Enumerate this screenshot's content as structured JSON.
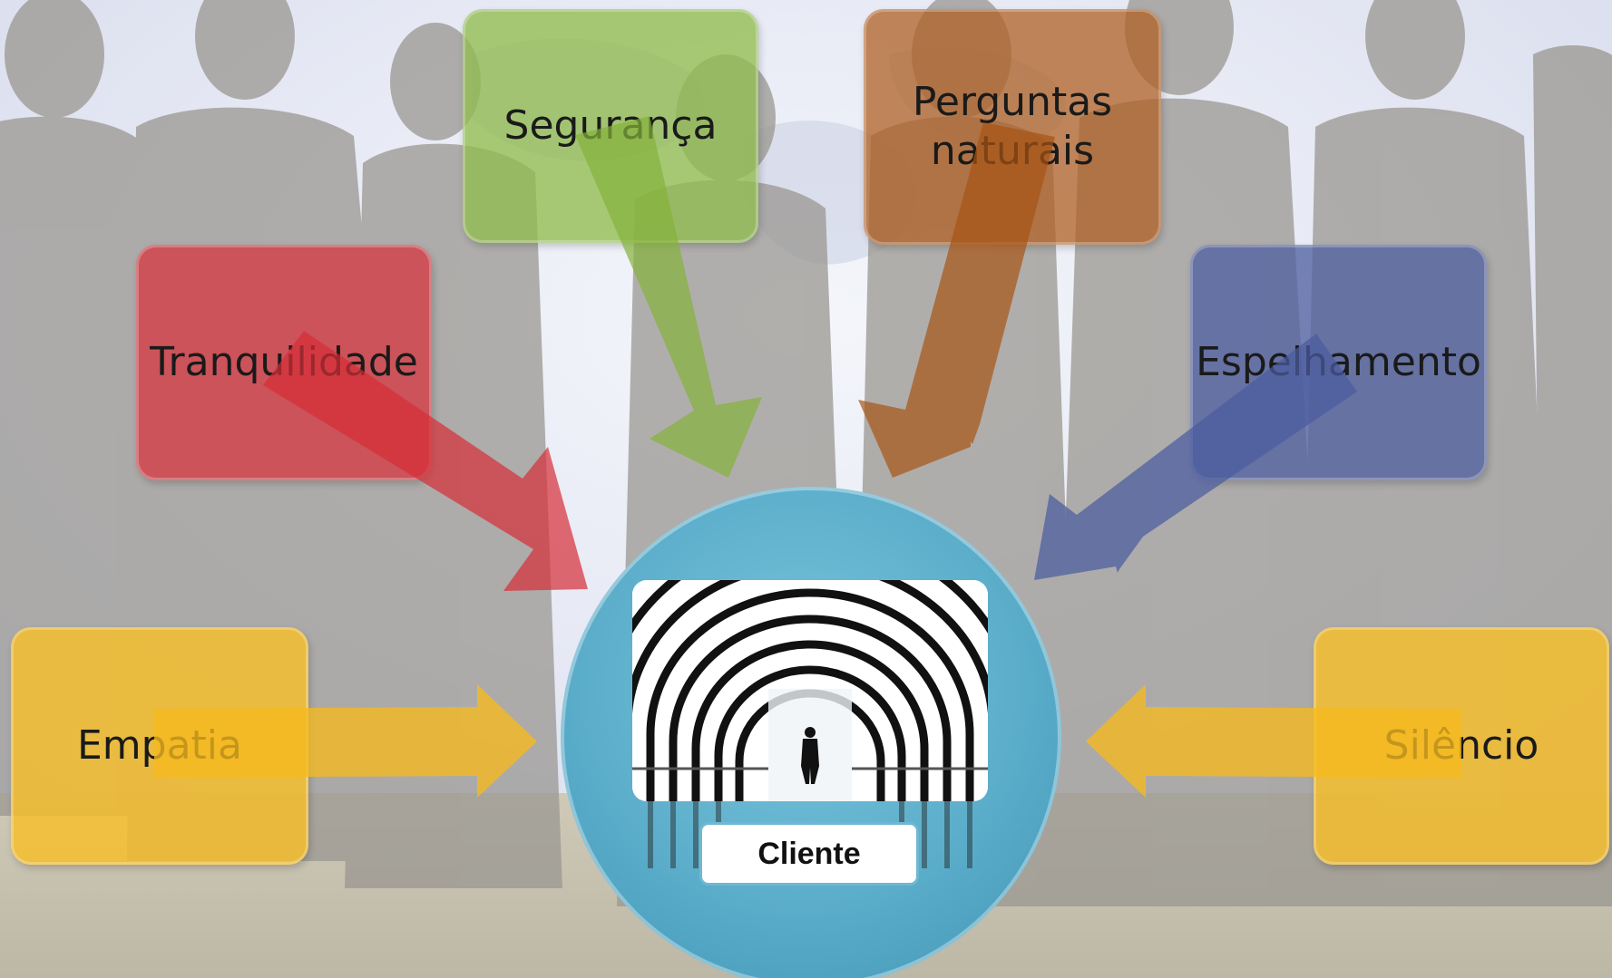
{
  "diagram": {
    "center": {
      "label": "Cliente"
    },
    "nodes": [
      {
        "id": "seguranca",
        "label": "Segurança",
        "color": "#9bbf5a"
      },
      {
        "id": "perguntas",
        "label": "Perguntas naturais",
        "color": "#b56a30"
      },
      {
        "id": "tranquilidade",
        "label": "Tranquilidade",
        "color": "#d4434c"
      },
      {
        "id": "espelhamento",
        "label": "Espelhamento",
        "color": "#5b6aa6"
      },
      {
        "id": "empatia",
        "label": "Empatia",
        "color": "#f5bf32"
      },
      {
        "id": "silencio",
        "label": "Silêncio",
        "color": "#f5bf32"
      }
    ]
  },
  "colors": {
    "hub": "#5aaecb",
    "background_sky": "#e6e9f4",
    "floor": "#c9c4b2",
    "silhouettes": "#9a9791"
  }
}
